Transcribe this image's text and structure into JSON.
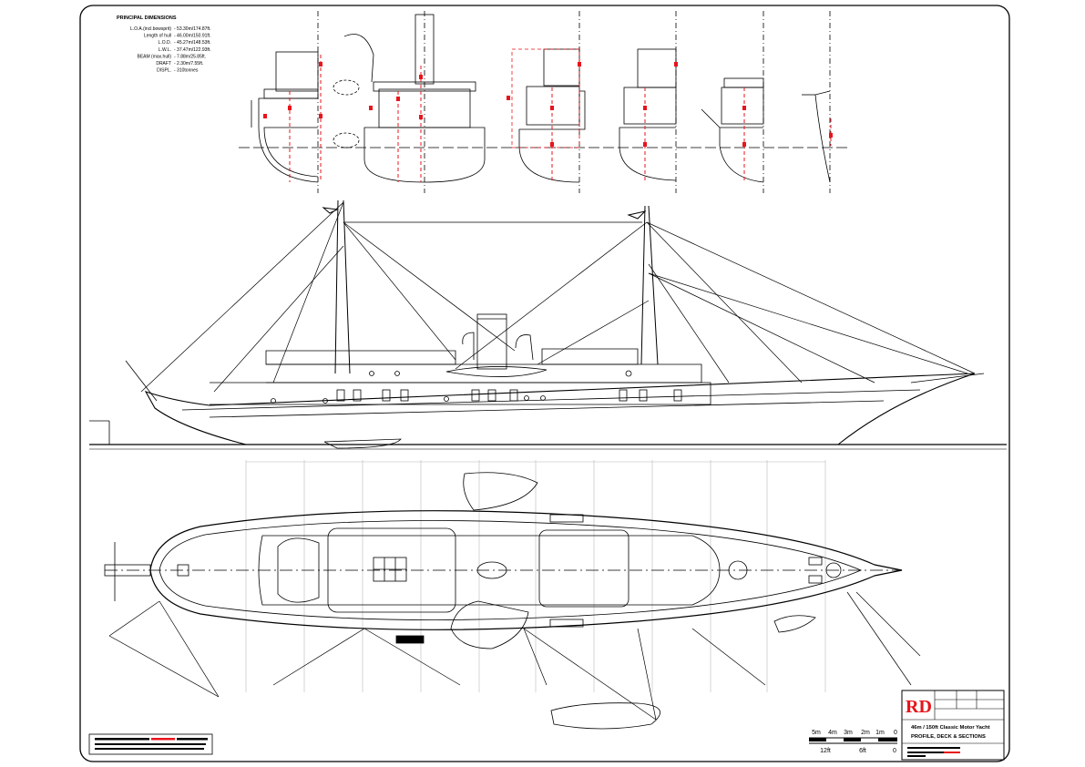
{
  "principal_dimensions": {
    "heading": "PRINCIPAL DIMENSIONS",
    "rows": [
      {
        "label": "L.O.A.(incl.bowsprit)",
        "value": "53.30m/174.87ft."
      },
      {
        "label": "Length of hull",
        "value": "46.00m/150.91ft."
      },
      {
        "label": "L.O.D.",
        "value": "45.27m/148.53ft."
      },
      {
        "label": "L.W.L.",
        "value": "37.47m/122.93ft."
      },
      {
        "label": "BEAM (max.hull)",
        "value": "7.88m/25.85ft."
      },
      {
        "label": "DRAFT",
        "value": "2.30m/7.55ft."
      },
      {
        "label": "DISPL.",
        "value": "310tonnes"
      }
    ]
  },
  "title_block": {
    "logo": "RD",
    "project": "46m / 150ft Classic Motor Yacht",
    "drawing": "PROFILE, DECK & SECTIONS"
  },
  "scale_bar": {
    "metric": [
      "5m",
      "4m",
      "3m",
      "2m",
      "1m",
      "0"
    ],
    "imperial": [
      "12ft",
      "6ft",
      "0"
    ]
  },
  "colors": {
    "line": "#000000",
    "accent": "#e8141c",
    "grid": "#b8b8b8"
  }
}
